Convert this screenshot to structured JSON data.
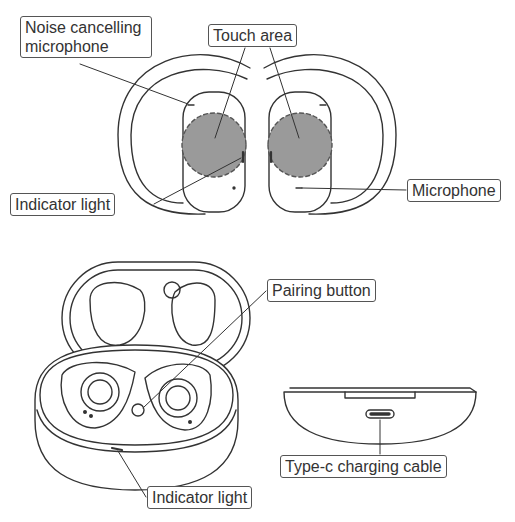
{
  "diagram": {
    "labels": [
      "Noise cancelling microphone",
      "Touch area",
      "Indicator light",
      "Microphone",
      "Pairing button",
      "Type-c charging cable",
      "Indicator light"
    ]
  }
}
